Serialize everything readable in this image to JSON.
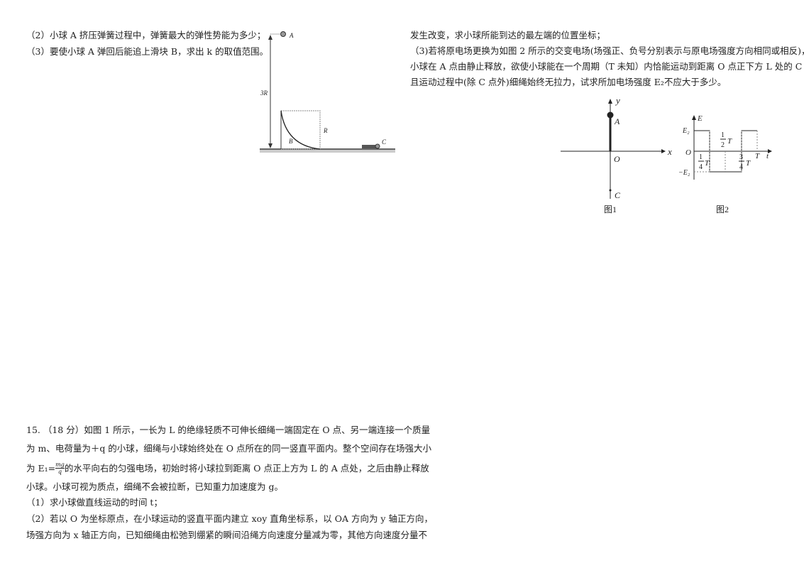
{
  "left_top": {
    "q2": "（2）小球 A 挤压弹簧过程中，弹簧最大的弹性势能为多少；",
    "q3": "（3）要使小球 A 弹回后能追上滑块 B，求出 k 的取值范围。"
  },
  "fig_left": {
    "label_a": "A",
    "label_3r": "3R",
    "label_r": "R",
    "label_b": "B",
    "label_c": "C"
  },
  "right_top": {
    "l1": "发生改变，求小球所能到达的最左端的位置坐标；",
    "l2": "（3)若将原电场更换为如图 2 所示的交变电场(场强正、负号分别表示与原电场强度方向相同或相反)，",
    "l3": "小球在 A 点由静止释放，欲使小球能在一个周期（T 未知）内恰能运动到距离 O 点正下方 L 处的 C 点，",
    "l4": "且运动过程中(除 C 点外)细绳始终无拉力，试求所加电场强度 E₂不应大于多少。"
  },
  "fig1": {
    "y": "y",
    "x": "x",
    "a": "A",
    "o": "O",
    "c": "C",
    "caption": "图1"
  },
  "fig2": {
    "e": "E",
    "e2": "E₂",
    "neg_e2": "−E₂",
    "o": "O",
    "t": "t",
    "T": "T",
    "half_num": "1",
    "half_den": "2",
    "quarter_num": "1",
    "quarter_den": "4",
    "three_num": "3",
    "three_den": "4",
    "tT": "T",
    "caption": "图2"
  },
  "q15": {
    "l1": "15. （18 分）如图 1 所示，一长为 L 的绝缘轻质不可伸长细绳一端固定在 O 点、另一端连接一个质量",
    "l2": "为 m、电荷量为＋q 的小球，细绳与小球始终处在 O 点所在的同一竖直平面内。整个空间存在场强大小",
    "l3a": "为 E₁=",
    "l3frac_num": "mg",
    "l3frac_den": "q",
    "l3b": "的水平向右的匀强电场，初始时将小球拉到距离 O 点正上方为 L 的 A  点处，之后由静止释放",
    "l4": "小球。小球可视为质点，细绳不会被拉断，已知重力加速度为 g。",
    "p1": "（1）求小球做直线运动的时间 t；",
    "p2": "（2）若以 O 为坐标原点，在小球运动的竖直平面内建立 xoy 直角坐标系，以 OA 方向为 y 轴正方向，",
    "p3": "场强方向为 x 轴正方向，已知细绳由松弛到绷紧的瞬间沿绳方向速度分量减为零，其他方向速度分量不"
  }
}
